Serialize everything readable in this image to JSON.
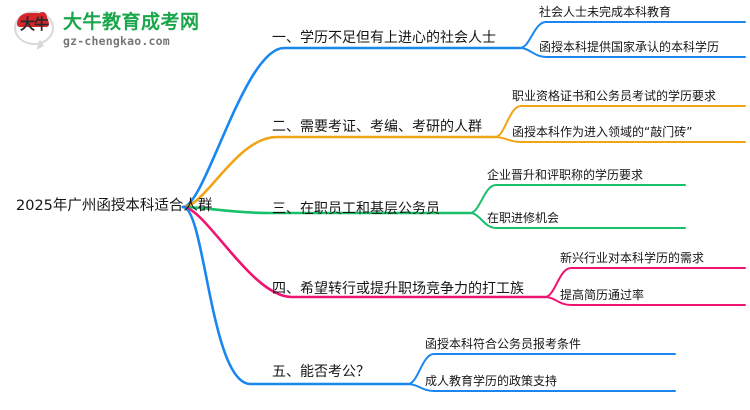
{
  "logo": {
    "mark_char": "大牛",
    "title": "大牛教育成考网",
    "subtitle": "gz-chengkao.com",
    "brand_green": "#1aa64b",
    "brand_red": "#d6262c"
  },
  "mindmap": {
    "root": {
      "label": "2025年广州函授本科适合人群"
    },
    "branches": [
      {
        "label": "一、学历不足但有上进心的社会人士",
        "color": "#1a86f0",
        "children": [
          {
            "label": "社会人士未完成本科教育"
          },
          {
            "label": "函授本科提供国家承认的本科学历"
          }
        ]
      },
      {
        "label": "二、需要考证、考编、考研的人群",
        "color": "#f0a416",
        "children": [
          {
            "label": "职业资格证书和公务员考试的学历要求"
          },
          {
            "label": "函授本科作为进入领域的“敲门砖”"
          }
        ]
      },
      {
        "label": "三、在职员工和基层公务员",
        "color": "#18c06a",
        "children": [
          {
            "label": "企业晋升和评职称的学历要求"
          },
          {
            "label": "在职进修机会"
          }
        ]
      },
      {
        "label": "四、希望转行或提升职场竞争力的打工族",
        "color": "#ef1470",
        "children": [
          {
            "label": "新兴行业对本科学历的需求"
          },
          {
            "label": "提高简历通过率"
          }
        ]
      },
      {
        "label": "五、能否考公？",
        "color": "#1a86f0",
        "children": [
          {
            "label": "函授本科符合公务员报考条件"
          },
          {
            "label": "成人教育学历的政策支持"
          }
        ]
      }
    ]
  }
}
